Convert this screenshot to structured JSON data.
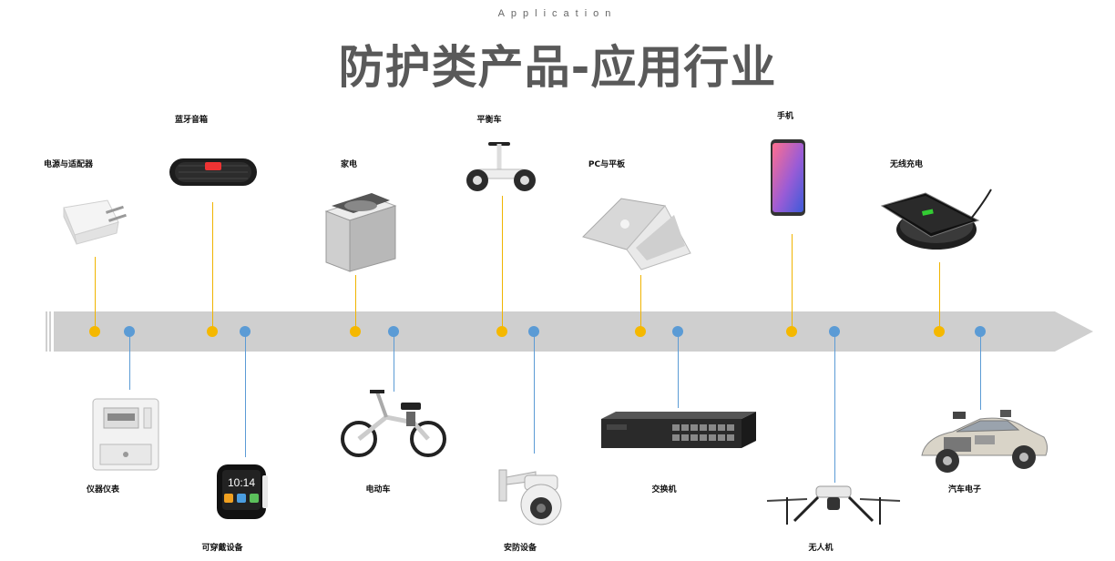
{
  "header": {
    "subtitle": "Application",
    "title": "防护类产品-应用行业"
  },
  "colors": {
    "arrow": "#cfcfcf",
    "top_marker": "#f5b800",
    "bottom_marker": "#5b9bd5",
    "title": "#595959"
  },
  "top_items": [
    {
      "label": "电源与适配器",
      "icon": "power-adapter-icon"
    },
    {
      "label": "蓝牙音箱",
      "icon": "bluetooth-speaker-icon"
    },
    {
      "label": "家电",
      "icon": "washing-machine-icon"
    },
    {
      "label": "平衡车",
      "icon": "balance-scooter-icon"
    },
    {
      "label": "PC与平板",
      "icon": "laptop-icon"
    },
    {
      "label": "手机",
      "icon": "smartphone-icon"
    },
    {
      "label": "无线充电",
      "icon": "wireless-charger-icon"
    }
  ],
  "bottom_items": [
    {
      "label": "仪器仪表",
      "icon": "electric-meter-icon"
    },
    {
      "label": "可穿戴设备",
      "icon": "smartwatch-icon"
    },
    {
      "label": "电动车",
      "icon": "electric-bike-icon"
    },
    {
      "label": "安防设备",
      "icon": "security-camera-icon"
    },
    {
      "label": "交换机",
      "icon": "network-switch-icon"
    },
    {
      "label": "无人机",
      "icon": "drone-icon"
    },
    {
      "label": "汽车电子",
      "icon": "car-electronics-icon"
    }
  ]
}
